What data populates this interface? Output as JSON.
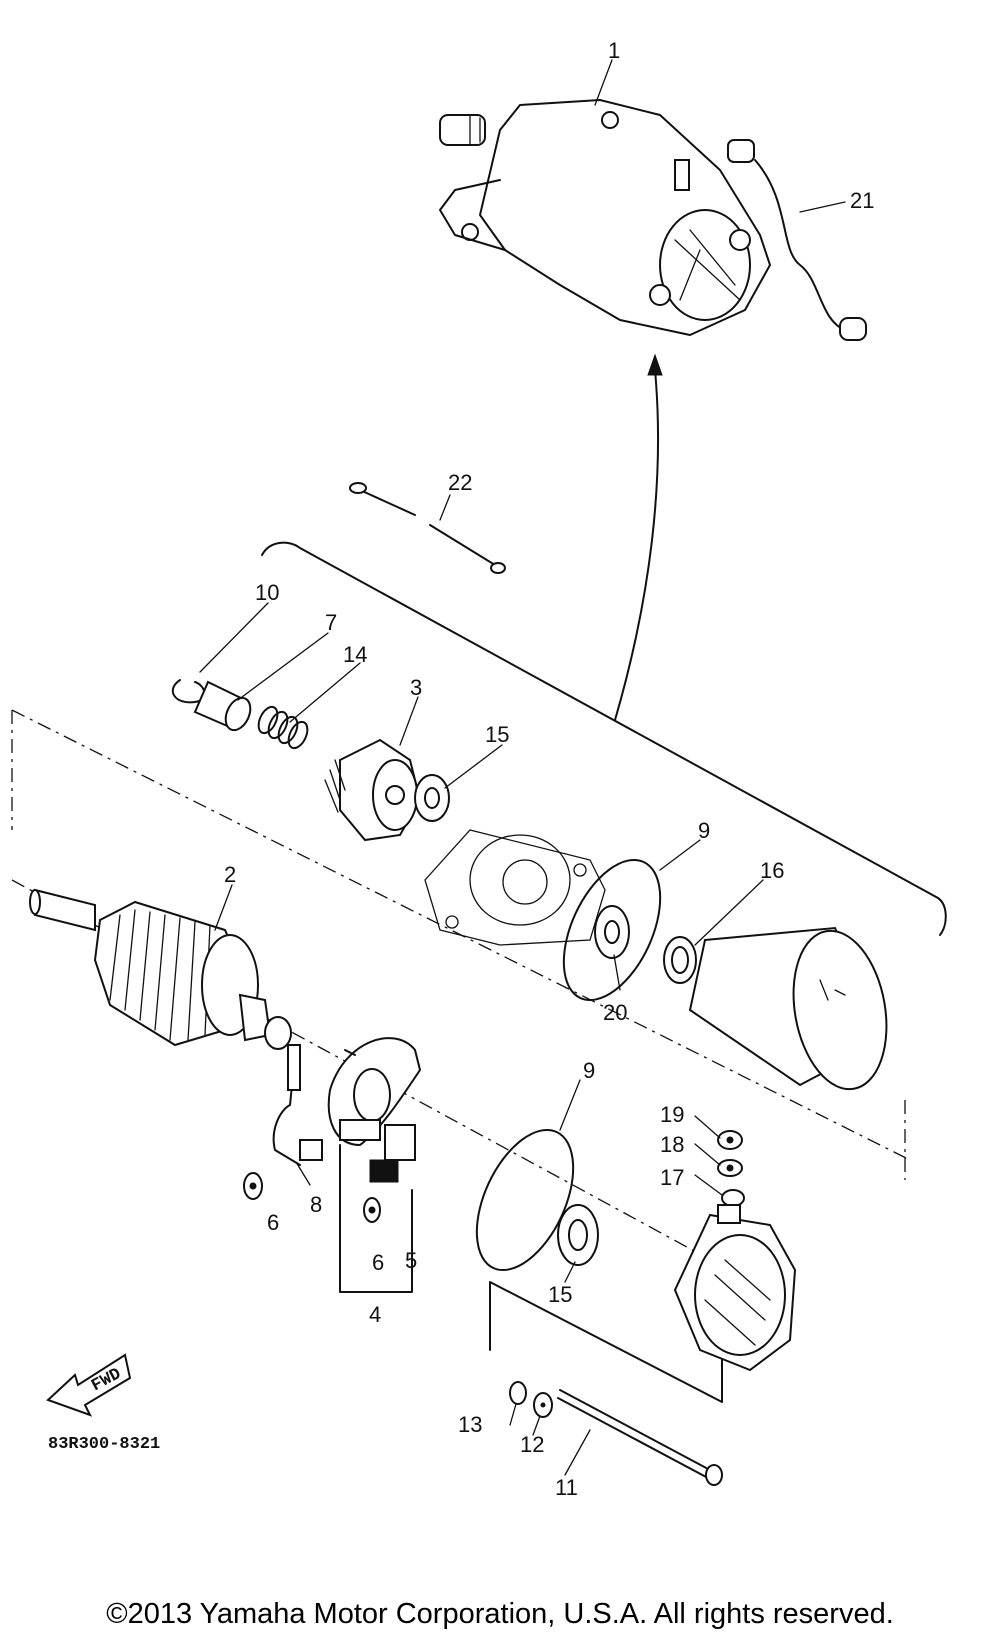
{
  "diagram": {
    "drawing_code": "83R300-8321",
    "fwd_label": "FWD",
    "callouts": [
      "1",
      "2",
      "3",
      "4",
      "5",
      "6",
      "6",
      "7",
      "8",
      "9",
      "9",
      "10",
      "11",
      "12",
      "13",
      "14",
      "15",
      "15",
      "16",
      "17",
      "18",
      "19",
      "20",
      "21",
      "22"
    ]
  },
  "footer": {
    "copyright": "©2013 Yamaha Motor Corporation, U.S.A. All rights reserved."
  }
}
